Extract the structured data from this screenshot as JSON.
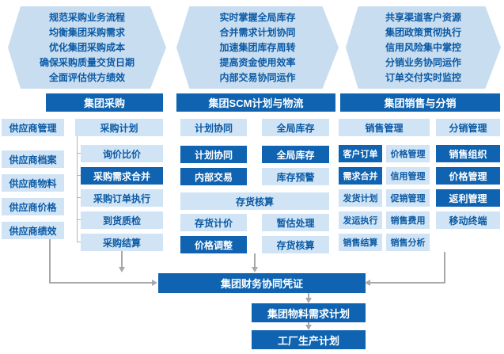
{
  "banners": [
    {
      "name": "procurement-goals",
      "lines": [
        "规范采购业务流程",
        "均衡集团采购需求",
        "优化集团采购成本",
        "确保采购质量交货日期",
        "全面评估供方绩效"
      ]
    },
    {
      "name": "scm-goals",
      "lines": [
        "实时掌握全局库存",
        "合并需求计划协同",
        "加速集团库存周转",
        "提高资金使用效率",
        "内部交易协同运作"
      ]
    },
    {
      "name": "sales-goals",
      "lines": [
        "共享渠道客户资源",
        "集团政策贯彻执行",
        "信用风险集中掌控",
        "分销业务协同运作",
        "订单交付实时监控"
      ]
    }
  ],
  "section_headers": {
    "procurement": "集团采购",
    "scm": "集团SCM计划与物流",
    "sales": "集团销售与分销"
  },
  "supplier": {
    "header": "供应商管理",
    "items": [
      "供应商档案",
      "供应商物料",
      "供应商价格",
      "供应商绩效"
    ]
  },
  "procurement": {
    "header": "采购计划",
    "items": [
      {
        "label": "询价比价",
        "variant": "light"
      },
      {
        "label": "采购需求合并",
        "variant": "dark"
      },
      {
        "label": "采购订单执行",
        "variant": "light"
      },
      {
        "label": "到货质检",
        "variant": "light"
      },
      {
        "label": "采购结算",
        "variant": "light"
      }
    ]
  },
  "scm": {
    "plan_header": "计划协同",
    "stock_header": "全局库存",
    "plan_items": [
      {
        "label": "计划协同",
        "variant": "dark"
      },
      {
        "label": "内部交易",
        "variant": "dark"
      }
    ],
    "stock_items": [
      {
        "label": "全局库存",
        "variant": "dark"
      },
      {
        "label": "库存预警",
        "variant": "light"
      }
    ],
    "accounting_header": "存货核算",
    "accounting_items_left": [
      {
        "label": "存货计价",
        "variant": "light"
      },
      {
        "label": "价格调整",
        "variant": "dark"
      }
    ],
    "accounting_items_right": [
      {
        "label": "暂估处理",
        "variant": "light"
      },
      {
        "label": "存货核算",
        "variant": "light"
      }
    ]
  },
  "sales": {
    "header": "销售管理",
    "col_a": [
      {
        "label": "客户订单",
        "variant": "dark"
      },
      {
        "label": "需求合并",
        "variant": "dark"
      },
      {
        "label": "发货计划",
        "variant": "light"
      },
      {
        "label": "发运执行",
        "variant": "light"
      },
      {
        "label": "销售结算",
        "variant": "light"
      }
    ],
    "col_b": [
      {
        "label": "价格管理",
        "variant": "light"
      },
      {
        "label": "信用管理",
        "variant": "light"
      },
      {
        "label": "促销管理",
        "variant": "light"
      },
      {
        "label": "销售费用",
        "variant": "light"
      },
      {
        "label": "销售分析",
        "variant": "light"
      }
    ]
  },
  "distribution": {
    "header": "分销管理",
    "items": [
      {
        "label": "销售组织",
        "variant": "dark"
      },
      {
        "label": "价格管理",
        "variant": "dark"
      },
      {
        "label": "返利管理",
        "variant": "dark"
      },
      {
        "label": "移动终端",
        "variant": "light"
      }
    ]
  },
  "bottom": {
    "finance": "集团财务协同凭证",
    "mrp": "集团物料需求计划",
    "production": "工厂生产计划"
  },
  "colors": {
    "dark_blue": "#0f63b0",
    "light_blue": "#d0e4f5",
    "banner_blue": "#c8ddf0",
    "text_blue": "#0b5aa5"
  }
}
